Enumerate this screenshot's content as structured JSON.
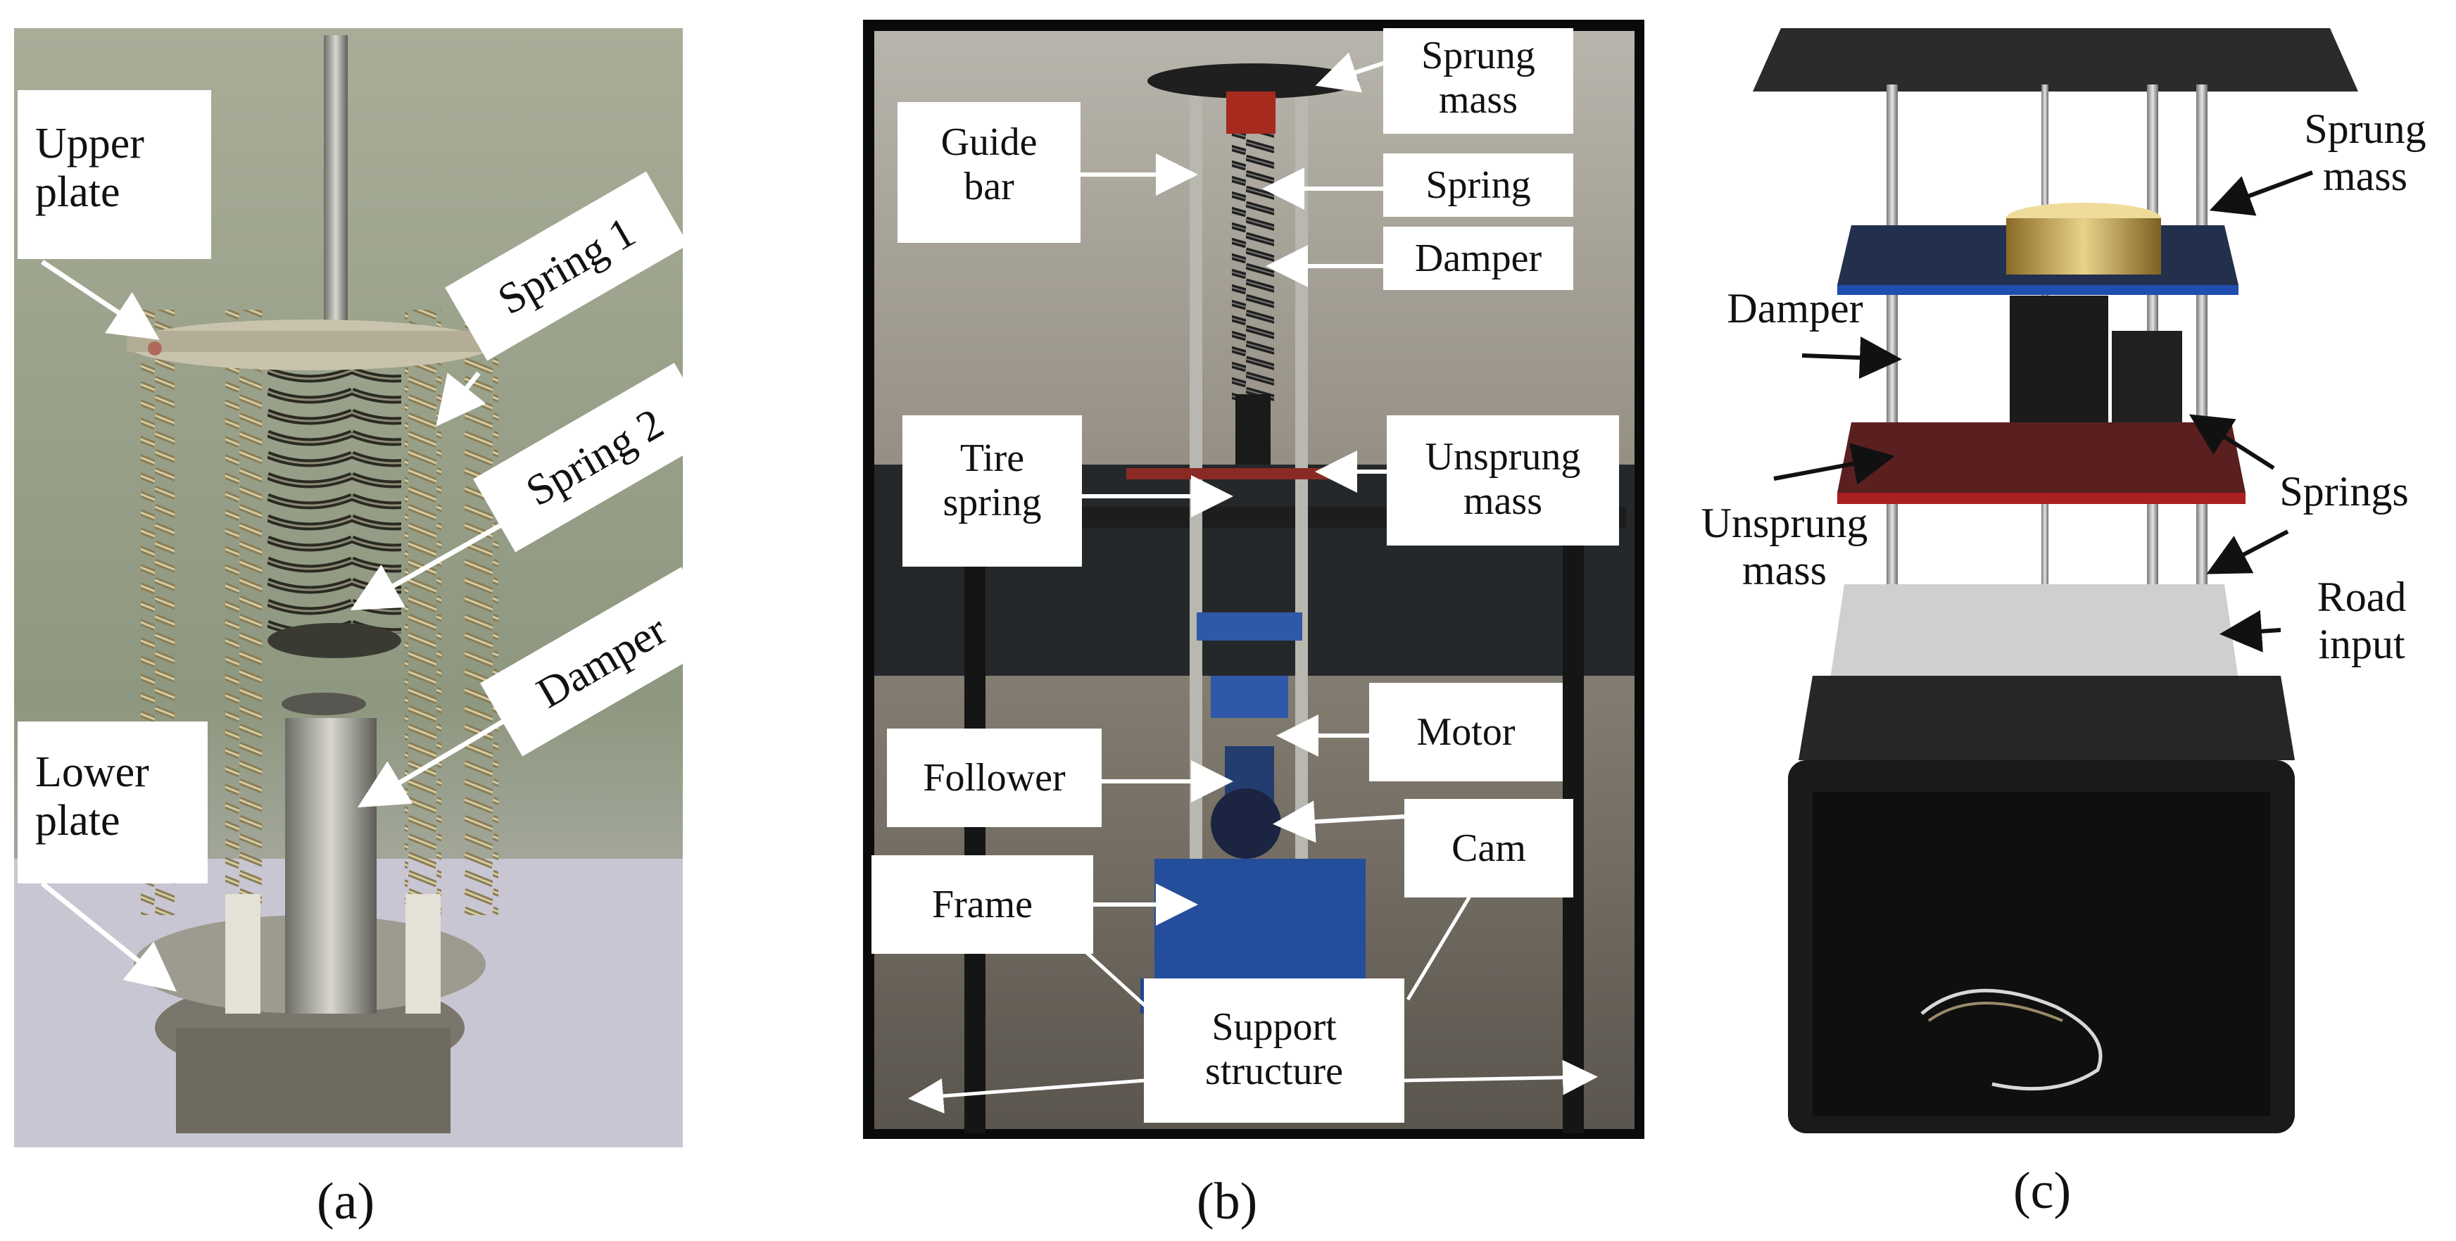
{
  "panels": {
    "a": {
      "caption": "(a)",
      "labels": {
        "upper_plate": [
          "Upper",
          "plate"
        ],
        "spring1": "Spring 1",
        "spring2": "Spring 2",
        "damper": "Damper",
        "lower_plate": [
          "Lower",
          "plate"
        ]
      }
    },
    "b": {
      "caption": "(b)",
      "labels": {
        "sprung_mass": [
          "Sprung",
          "mass"
        ],
        "guide_bar": [
          "Guide",
          "bar"
        ],
        "spring": "Spring",
        "damper": "Damper",
        "tire_spring": [
          "Tire",
          "spring"
        ],
        "unsprung_mass": [
          "Unsprung",
          "mass"
        ],
        "motor": "Motor",
        "follower": "Follower",
        "cam": "Cam",
        "frame": "Frame",
        "support_structure": [
          "Support",
          "structure"
        ]
      }
    },
    "c": {
      "caption": "(c)",
      "labels": {
        "sprung_mass": [
          "Sprung",
          "mass"
        ],
        "damper": "Damper",
        "unsprung_mass": [
          "Unsprung",
          "mass"
        ],
        "springs": "Springs",
        "road_input": [
          "Road",
          "input"
        ]
      }
    }
  },
  "colors": {
    "wall_green": "#8f9a85",
    "steel": "#b9b9b1",
    "blue_plate": "#1f3f8f",
    "red_plate": "#8a1d1d",
    "brass": "#c8a64a",
    "dark_body": "#1c1c1c"
  }
}
